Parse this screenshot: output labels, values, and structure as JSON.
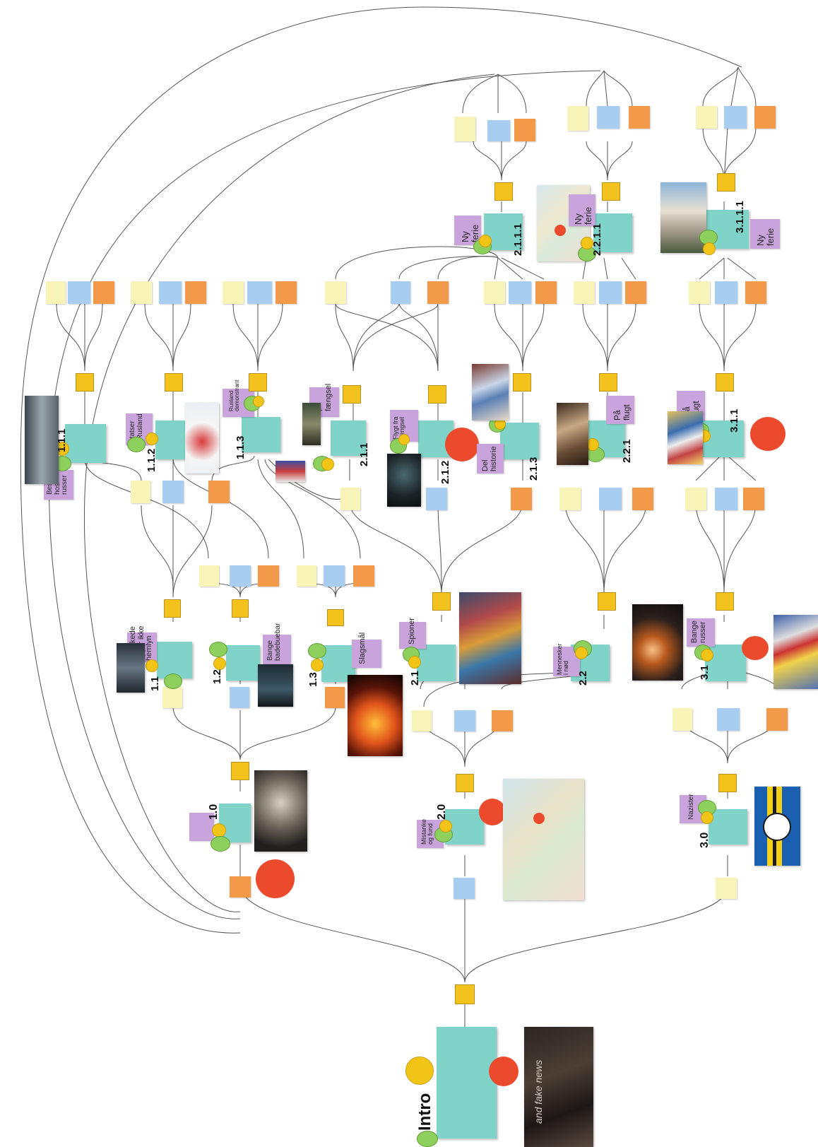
{
  "diagram": {
    "section_labels": {
      "intro": "Intro",
      "s1_0": "1.0",
      "s1_1": "1.1",
      "s1_2": "1.2",
      "s1_3": "1.3",
      "s1_1_1": "1.1.1",
      "s1_1_2": "1.1.2",
      "s1_1_3": "1.1.3",
      "s2_0": "2.0",
      "s2_1": "2.1",
      "s2_2": "2.2",
      "s2_1_1": "2.1.1",
      "s2_1_2": "2.1.2",
      "s2_1_3": "2.1.3",
      "s2_2_1": "2.2.1",
      "s2_1_1_1": "2.1.1.1",
      "s2_2_1_1": "2.2.1.1",
      "s3_0": "3.0",
      "s3_1": "3.1",
      "s3_1_1": "3.1.1",
      "s3_1_1_1": "3.1.1.1"
    },
    "purple_labels": {
      "p1_1": "Pavirkede\nligger ikke\nhemlyn",
      "p1_2": "Bange\nbadebuebar",
      "p1_3": "Slagsmål",
      "p1_1_1": "Besøg\nhos\nrusser",
      "p1_1_2": "Statser\ni Rusland",
      "p1_1_3": "Rusland\ndemonstrant",
      "p2_0": "Mistanke\nog fund",
      "p2_1": "Spioner",
      "p2_2": "Mennesker\ni nød",
      "p2_1_1": "I\nfængsel",
      "p2_1_2": "Flygt fra\nfængsel",
      "p2_1_3": "Del\nhistorie",
      "p2_2_1": "På\nflugt",
      "p2_1_1_1": "Ny\nferie",
      "p2_2_1_1": "Ny\nferie",
      "p3_0": "Nazister",
      "p3_1": "Bange\nrusser",
      "p3_1_1": "På\nflugt",
      "p3_1_1_1": "Ny\nferie"
    },
    "intro_caption": "and fake news"
  }
}
